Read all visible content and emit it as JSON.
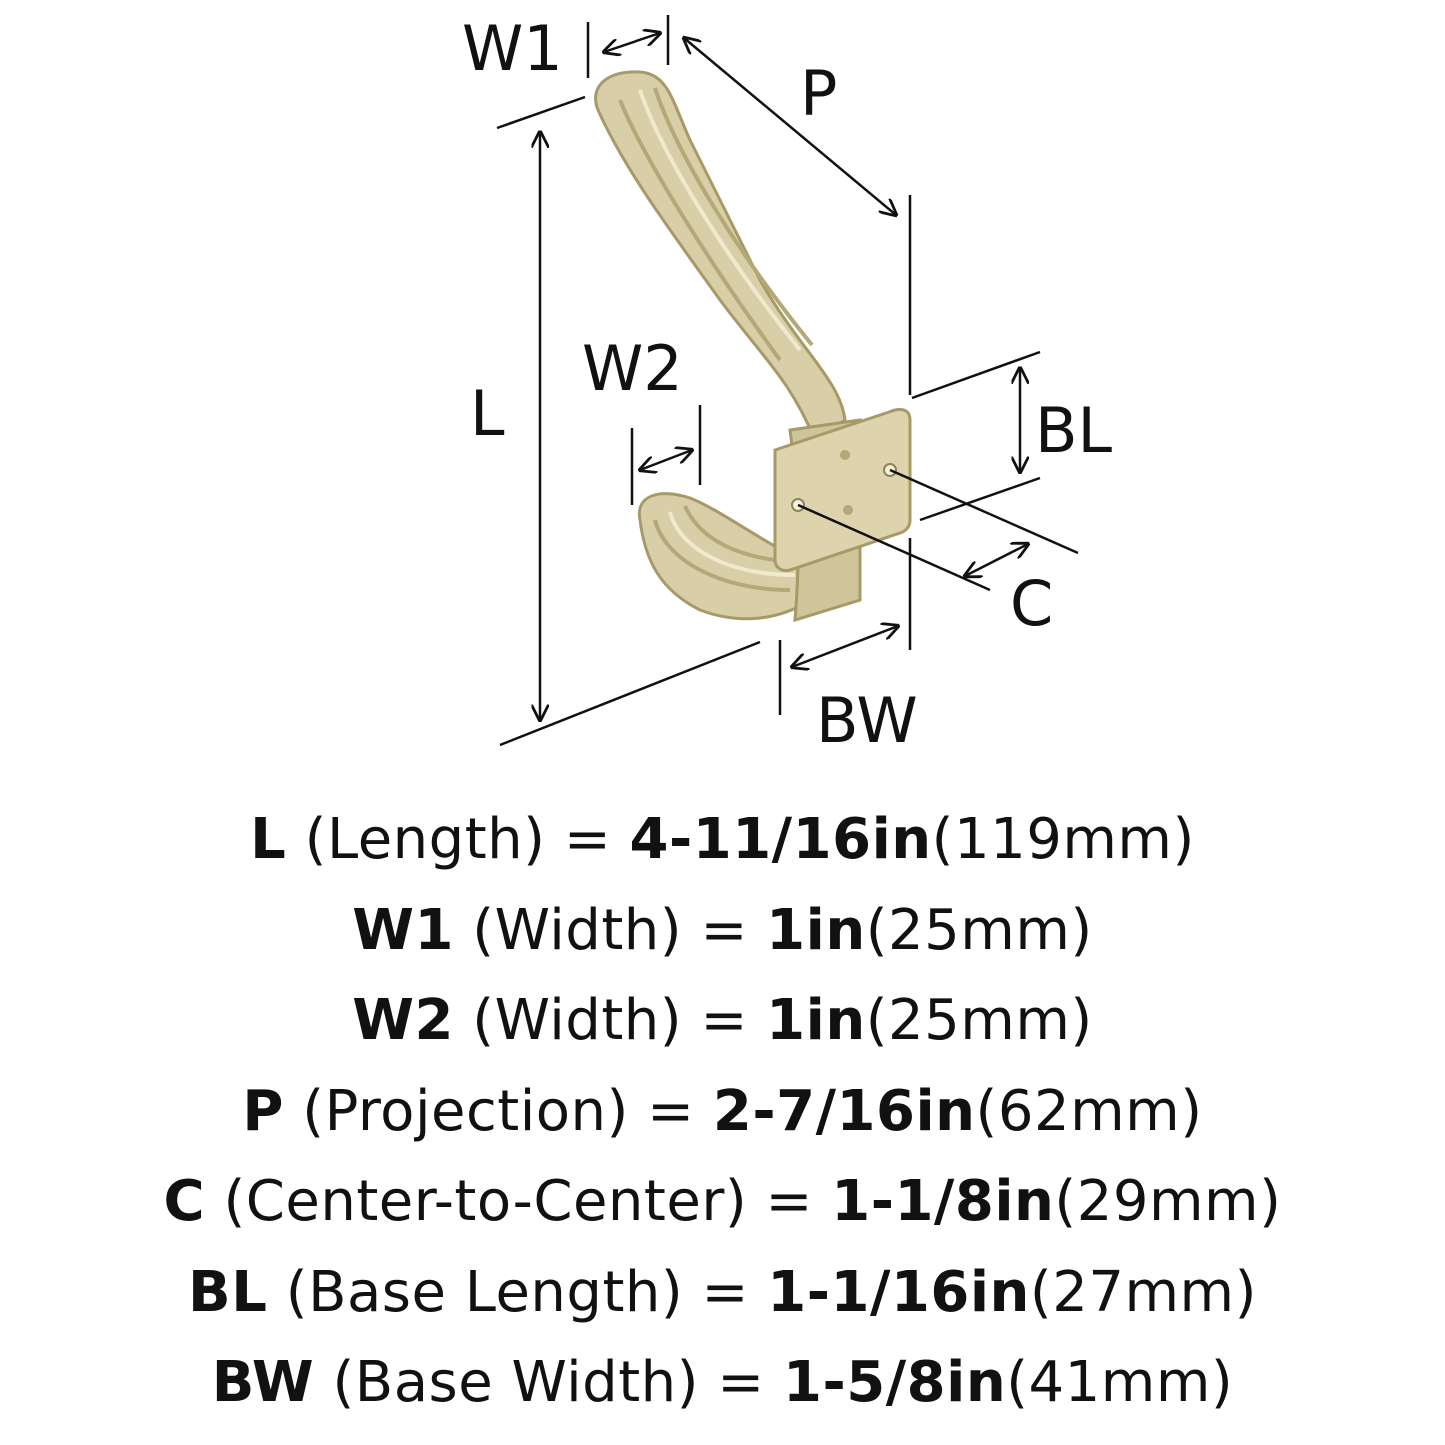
{
  "diagram": {
    "labels": {
      "w1": "W1",
      "p": "P",
      "l": "L",
      "w2": "W2",
      "bl": "BL",
      "c": "C",
      "bw": "BW"
    },
    "colors": {
      "finish": "#d8cfa8",
      "finish_shadow": "#b3a878",
      "finish_highlight": "#efe9cd",
      "line": "#111111"
    }
  },
  "specs": [
    {
      "key": "L",
      "desc": " (Length) = ",
      "imperial": "4-11/16in",
      "metric": "(119mm)"
    },
    {
      "key": "W1",
      "desc": " (Width) = ",
      "imperial": "1in",
      "metric": "(25mm)"
    },
    {
      "key": "W2",
      "desc": " (Width) = ",
      "imperial": "1in",
      "metric": "(25mm)"
    },
    {
      "key": "P",
      "desc": " (Projection) = ",
      "imperial": "2-7/16in",
      "metric": "(62mm)"
    },
    {
      "key": "C",
      "desc": " (Center-to-Center) = ",
      "imperial": "1-1/8in",
      "metric": "(29mm)"
    },
    {
      "key": "BL",
      "desc": " (Base Length) = ",
      "imperial": "1-1/16in",
      "metric": "(27mm)"
    },
    {
      "key": "BW",
      "desc": " (Base Width) = ",
      "imperial": "1-5/8in",
      "metric": "(41mm)"
    }
  ]
}
